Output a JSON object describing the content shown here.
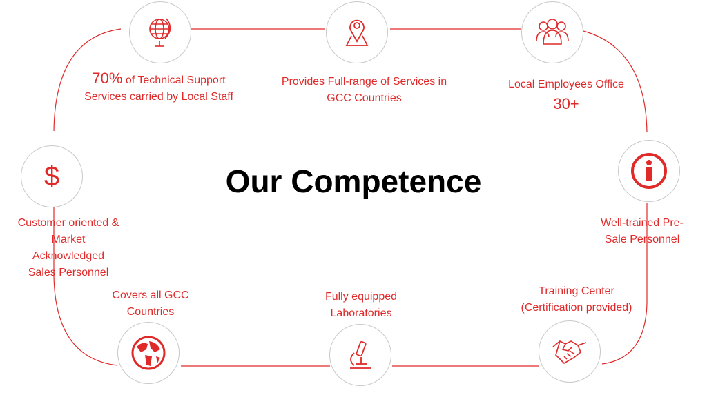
{
  "title": "Our Competence",
  "accent_color": "#e02a2a",
  "items": [
    {
      "icon": "globe-stand-icon",
      "highlight": "70%",
      "text_line1": " of Technical Support",
      "text_line2": "Services carried by Local Staff"
    },
    {
      "icon": "map-pin-icon",
      "text_line1": "Provides Full-range of Services in",
      "text_line2": "GCC Countries"
    },
    {
      "icon": "people-group-icon",
      "text_line1": "Local Employees Office",
      "highlight": "30+"
    },
    {
      "icon": "info-icon",
      "text_line1": "Well-trained Pre-",
      "text_line2": "Sale Personnel"
    },
    {
      "icon": "handshake-icon",
      "text_line1": "Training Center",
      "text_line2": "(Certification provided)"
    },
    {
      "icon": "microscope-icon",
      "text_line1": "Fully equipped",
      "text_line2": "Laboratories"
    },
    {
      "icon": "world-globe-icon",
      "text_line1": "Covers all GCC",
      "text_line2": "Countries"
    },
    {
      "icon": "dollar-icon",
      "symbol": "$",
      "text_line1": "Customer oriented &",
      "text_line2": "Market",
      "text_line3": "Acknowledged",
      "text_line4": "Sales Personnel"
    }
  ]
}
